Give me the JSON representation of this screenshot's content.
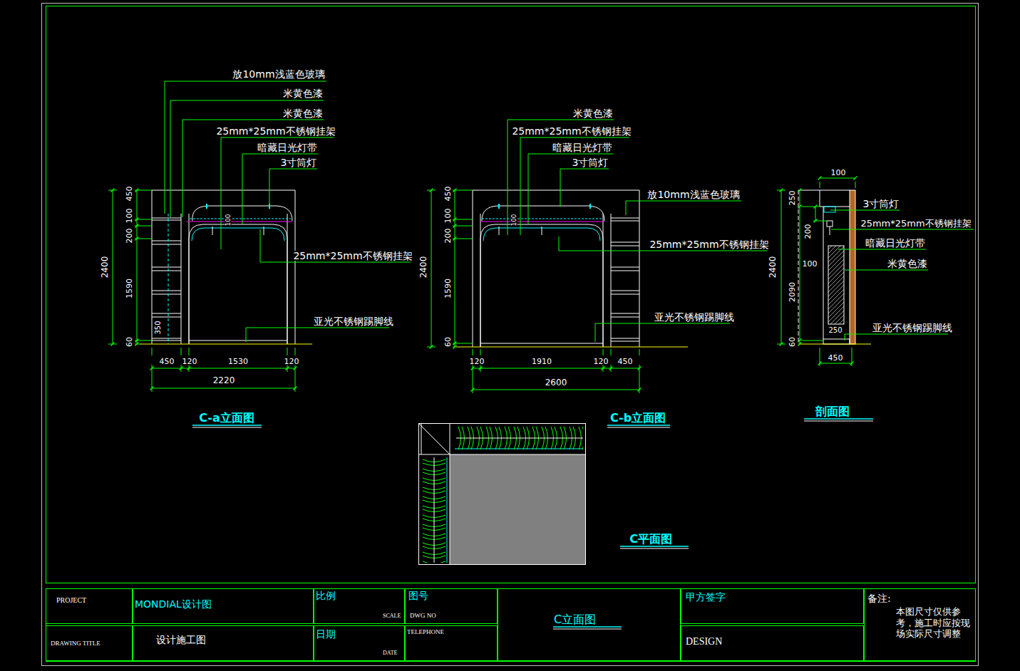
{
  "diagram": {
    "nodes": [
      {
        "text": [
          "PROJECT"
        ]
      },
      {
        "text": [
          "MONDIAL设计图"
        ]
      },
      {
        "text": [
          "比例",
          "SCALE"
        ]
      },
      {
        "text": [
          "图号",
          "DWG NO"
        ]
      },
      {
        "text": [
          "C立面图"
        ]
      },
      {
        "text": [
          "甲方签字"
        ]
      },
      {
        "text": [
          "备注:",
          "本图尺寸仅供参考，施工时应按现场实际尺寸调整"
        ]
      },
      {
        "text": [
          "DRAWING TITLE"
        ]
      },
      {
        "text": [
          "设计施工图"
        ]
      },
      {
        "text": [
          "日期",
          "DATE"
        ]
      },
      {
        "text": [
          "TELEPHONE"
        ]
      },
      {
        "text": [
          "DESIGN"
        ]
      }
    ],
    "labels": [
      "放10mm浅蓝色玻璃",
      "米黄色漆",
      "米黄色漆",
      "25mm*25mm不锈钢挂架",
      "暗藏日光灯带",
      "3寸筒灯",
      "25mm*25mm不锈钢挂架",
      "亚光不锈钢踢脚线",
      "2400",
      "450",
      "100",
      "200",
      "1590",
      "350",
      "60",
      "100",
      "450",
      "120",
      "1530",
      "120",
      "2220",
      "C-a立面图",
      "米黄色漆",
      "25mm*25mm不锈钢挂架",
      "暗藏日光灯带",
      "3寸筒灯",
      "放10mm浅蓝色玻璃",
      "25mm*25mm不锈钢挂架",
      "亚光不锈钢踢脚线",
      "2400",
      "450",
      "100",
      "200",
      "1590",
      "60",
      "100",
      "120",
      "1910",
      "120",
      "450",
      "2600",
      "C-b立面图",
      "100",
      "250",
      "200",
      "2400",
      "2090",
      "100",
      "60",
      "250",
      "450",
      "3寸筒灯",
      "25mm*25mm不锈钢挂架",
      "暗藏日光灯带",
      "米黄色漆",
      "亚光不锈钢踢脚线",
      "剖面图",
      "C平面图"
    ]
  }
}
